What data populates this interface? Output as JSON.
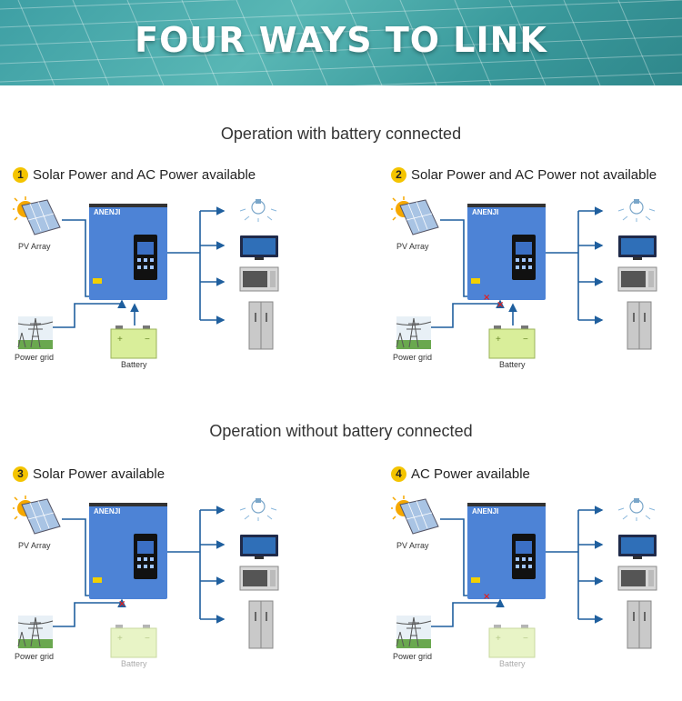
{
  "banner": {
    "title": "FOUR WAYS TO LINK"
  },
  "sections": [
    {
      "title": "Operation with battery connected"
    },
    {
      "title": "Operation without  battery connected"
    }
  ],
  "panels": [
    {
      "number": "1",
      "title": "Solar Power and AC Power available",
      "pv_label": "PV Array",
      "grid_label": "Power grid",
      "battery_label": "Battery",
      "brand": "ANENJI",
      "battery_active": true,
      "grid_blocked": false,
      "pv_blocked": false
    },
    {
      "number": "2",
      "title": "Solar Power and AC Power not available",
      "pv_label": "PV Array",
      "grid_label": "Power grid",
      "battery_label": "Battery",
      "brand": "ANENJI",
      "battery_active": true,
      "grid_blocked": true,
      "pv_blocked": true
    },
    {
      "number": "3",
      "title": "Solar Power available",
      "pv_label": "PV Array",
      "grid_label": "Power grid",
      "battery_label": "Battery",
      "brand": "ANENJI",
      "battery_active": false,
      "grid_blocked": true,
      "pv_blocked": false
    },
    {
      "number": "4",
      "title": "AC Power available",
      "pv_label": "PV Array",
      "grid_label": "Power grid",
      "battery_label": "Battery",
      "brand": "ANENJI",
      "battery_active": false,
      "grid_blocked": false,
      "pv_blocked": true
    }
  ],
  "colors": {
    "banner": "#4aa9ab",
    "inverter": "#4d83d6",
    "wire": "#1f5f9e",
    "blocked": "#e02020",
    "battery_fill": "#d9ee9a"
  }
}
